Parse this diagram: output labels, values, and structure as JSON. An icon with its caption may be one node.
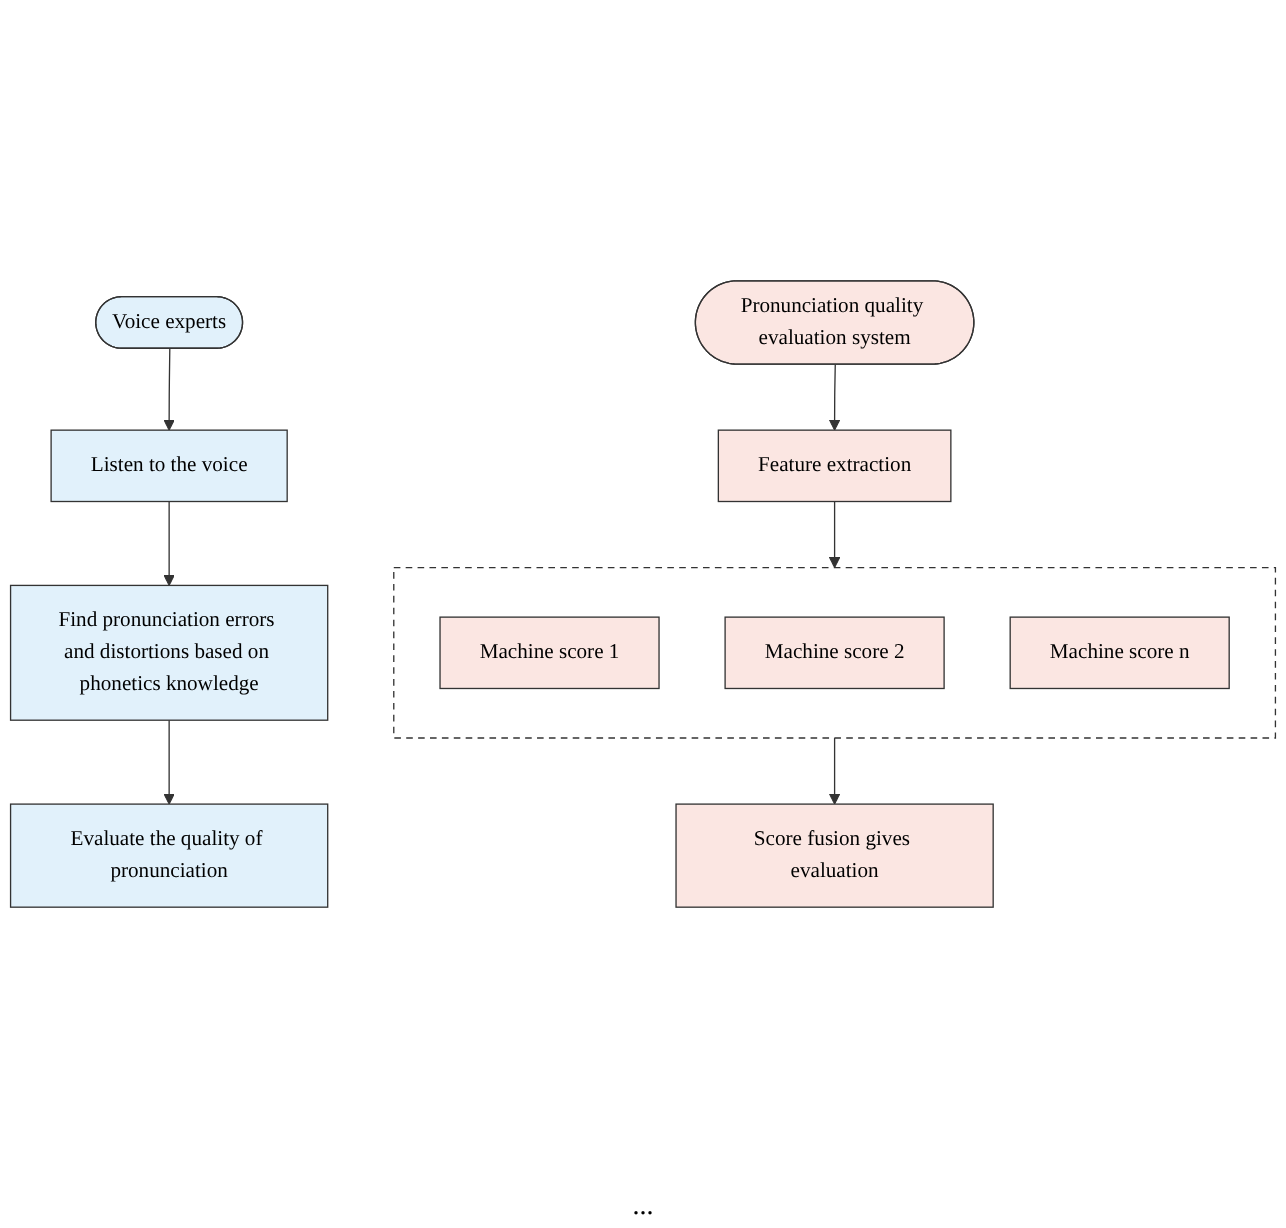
{
  "diagram": {
    "nodes": [
      {
        "text": [
          "Voice experts"
        ]
      },
      {
        "text": [
          "Listen to the voice"
        ]
      },
      {
        "text": [
          "Find pronunciation errors and distortions based on phonetics knowledge"
        ]
      },
      {
        "text": [
          "Evaluate the quality of pronunciation"
        ]
      },
      {
        "text": [
          "Pronunciation quality evaluation system"
        ]
      },
      {
        "text": [
          "Feature extraction"
        ]
      },
      {
        "text": [],
        "shape": "box"
      },
      {
        "text": [
          "Machine score 1"
        ],
        "in": 6
      },
      {
        "text": [
          "Machine score 2"
        ],
        "in": 6
      },
      {
        "text": [
          "Machine score n"
        ],
        "in": 6
      },
      {
        "text": [
          "Score fusion gives evaluation"
        ]
      }
    ],
    "edges": [
      {
        "from": 0,
        "to": 1,
        "arrow": "to"
      },
      {
        "from": 1,
        "to": 2,
        "arrow": "to"
      },
      {
        "from": 2,
        "to": 3,
        "arrow": "to"
      },
      {
        "from": 4,
        "to": 5,
        "arrow": "to"
      },
      {
        "from": 5,
        "to": 6,
        "arrow": "to"
      },
      {
        "from": 6,
        "to": 10,
        "arrow": "to"
      }
    ],
    "labels": [
      "..."
    ]
  }
}
